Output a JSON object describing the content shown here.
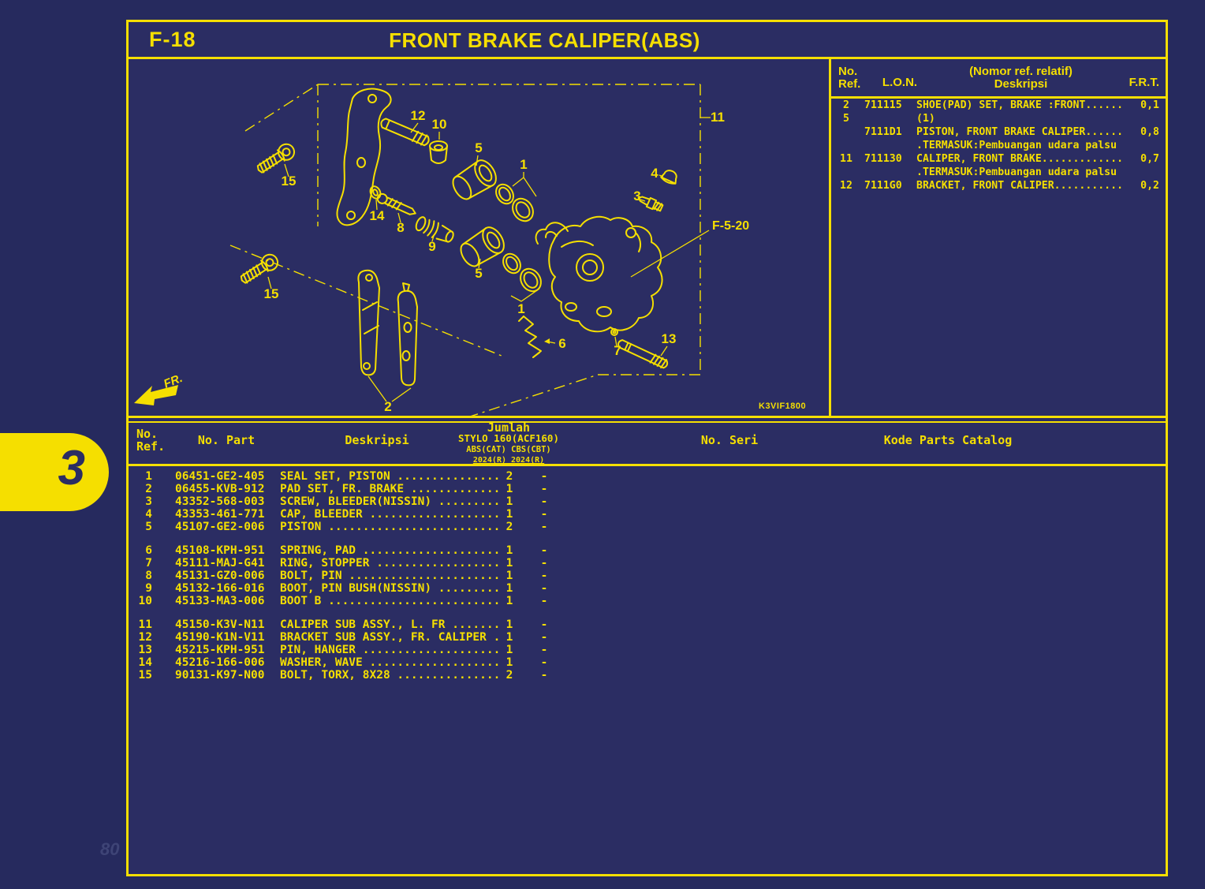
{
  "colors": {
    "background": "#2b2d63",
    "accent": "#f5df00",
    "badge_text": "#2b2d63"
  },
  "header": {
    "page_code": "F-18",
    "title": "FRONT BRAKE CALIPER(ABS)"
  },
  "side": {
    "tab_number": "3",
    "page_number": "80"
  },
  "diagram": {
    "drawing_code": "K3VIF1800",
    "section_ref": "F-5-20",
    "fr_label": "FR.",
    "callouts": [
      {
        "label": "15"
      },
      {
        "label": "12"
      },
      {
        "label": "10"
      },
      {
        "label": "5"
      },
      {
        "label": "1"
      },
      {
        "label": "14"
      },
      {
        "label": "8"
      },
      {
        "label": "9"
      },
      {
        "label": "5"
      },
      {
        "label": "1"
      },
      {
        "label": "15"
      },
      {
        "label": "2"
      },
      {
        "label": "6"
      },
      {
        "label": "7"
      },
      {
        "label": "13"
      },
      {
        "label": "3"
      },
      {
        "label": "4"
      },
      {
        "label": "11"
      }
    ]
  },
  "ref_table": {
    "header": {
      "no": "No.",
      "ref": "Ref.",
      "lon": "L.O.N.",
      "desc_top": "(Nomor ref. relatif)",
      "desc_bottom": "Deskripsi",
      "frt": "F.R.T."
    },
    "rows": [
      {
        "ref": "2",
        "lon": "711115",
        "desc": "SHOE(PAD) SET, BRAKE :FRONT......",
        "frt": "0,1"
      },
      {
        "ref": "5",
        "lon": "",
        "desc": "(1)",
        "frt": ""
      },
      {
        "ref": "",
        "lon": "7111D1",
        "desc": "PISTON, FRONT BRAKE CALIPER......",
        "frt": "0,8"
      },
      {
        "ref": "",
        "lon": "",
        "desc": ".TERMASUK:Pembuangan udara palsu",
        "frt": ""
      },
      {
        "ref": "11",
        "lon": "711130",
        "desc": "CALIPER, FRONT BRAKE.............",
        "frt": "0,7"
      },
      {
        "ref": "",
        "lon": "",
        "desc": ".TERMASUK:Pembuangan udara palsu",
        "frt": ""
      },
      {
        "ref": "12",
        "lon": "7111G0",
        "desc": "BRACKET, FRONT CALIPER...........",
        "frt": "0,2"
      }
    ]
  },
  "parts_table": {
    "header": {
      "no": "No.",
      "ref": "Ref.",
      "part": "No. Part",
      "desc": "Deskripsi",
      "qty_title": "Jumlah",
      "qty_model": "STYLO 160(ACF160)",
      "qty_variant": "ABS(CAT) CBS(CBT)",
      "qty_year": "2024(R)  2024(R)",
      "seri": "No. Seri",
      "catalog": "Kode Parts Catalog"
    },
    "rows": [
      {
        "ref": "1",
        "part": "06451-GE2-405",
        "desc": "SEAL SET, PISTON ...............",
        "qty": "2",
        "seri": "-"
      },
      {
        "ref": "2",
        "part": "06455-KVB-912",
        "desc": "PAD SET, FR. BRAKE .............",
        "qty": "1",
        "seri": "-"
      },
      {
        "ref": "3",
        "part": "43352-568-003",
        "desc": "SCREW, BLEEDER(NISSIN) .........",
        "qty": "1",
        "seri": "-"
      },
      {
        "ref": "4",
        "part": "43353-461-771",
        "desc": "CAP, BLEEDER ...................",
        "qty": "1",
        "seri": "-"
      },
      {
        "ref": "5",
        "part": "45107-GE2-006",
        "desc": "PISTON .........................",
        "qty": "2",
        "seri": "-"
      },
      {
        "ref": "6",
        "part": "45108-KPH-951",
        "desc": "SPRING, PAD ....................",
        "qty": "1",
        "seri": "-"
      },
      {
        "ref": "7",
        "part": "45111-MAJ-G41",
        "desc": "RING, STOPPER ..................",
        "qty": "1",
        "seri": "-"
      },
      {
        "ref": "8",
        "part": "45131-GZ0-006",
        "desc": "BOLT, PIN ......................",
        "qty": "1",
        "seri": "-"
      },
      {
        "ref": "9",
        "part": "45132-166-016",
        "desc": "BOOT, PIN BUSH(NISSIN) .........",
        "qty": "1",
        "seri": "-"
      },
      {
        "ref": "10",
        "part": "45133-MA3-006",
        "desc": "BOOT B .........................",
        "qty": "1",
        "seri": "-"
      },
      {
        "ref": "11",
        "part": "45150-K3V-N11",
        "desc": "CALIPER SUB ASSY., L. FR .......",
        "qty": "1",
        "seri": "-"
      },
      {
        "ref": "12",
        "part": "45190-K1N-V11",
        "desc": "BRACKET SUB ASSY., FR. CALIPER .",
        "qty": "1",
        "seri": "-"
      },
      {
        "ref": "13",
        "part": "45215-KPH-951",
        "desc": "PIN, HANGER ....................",
        "qty": "1",
        "seri": "-"
      },
      {
        "ref": "14",
        "part": "45216-166-006",
        "desc": "WASHER, WAVE ...................",
        "qty": "1",
        "seri": "-"
      },
      {
        "ref": "15",
        "part": "90131-K97-N00",
        "desc": "BOLT, TORX, 8X28 ...............",
        "qty": "2",
        "seri": "-"
      }
    ]
  }
}
